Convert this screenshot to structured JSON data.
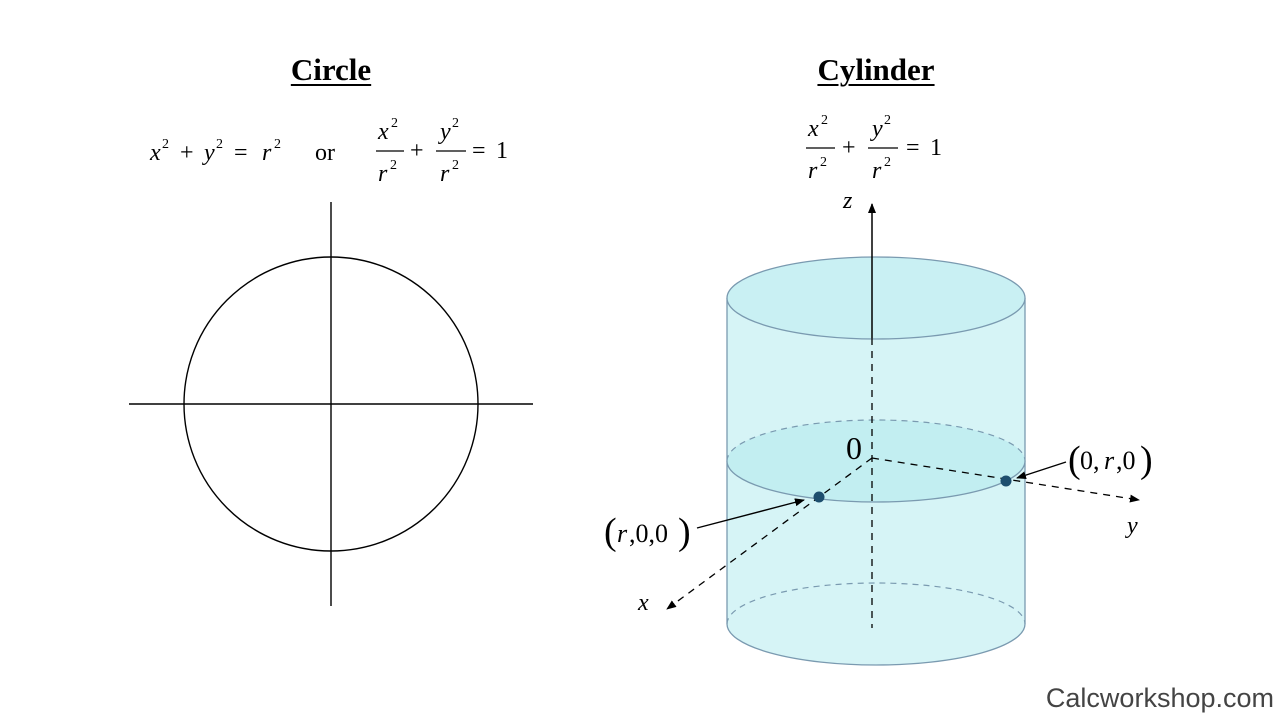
{
  "circle": {
    "title": "Circle",
    "equation": {
      "lhs_x": "x",
      "lhs_y": "y",
      "rhs_r": "r",
      "exponent": "2",
      "plus": "+",
      "equals": "=",
      "connector": "or",
      "frac_x_num": "x",
      "frac_y_num": "y",
      "frac_den": "r",
      "one": "1"
    }
  },
  "cylinder": {
    "title": "Cylinder",
    "equation": {
      "frac_x_num": "x",
      "frac_y_num": "y",
      "frac_den": "r",
      "exponent": "2",
      "plus": "+",
      "equals": "=",
      "one": "1"
    },
    "axes": {
      "x": "x",
      "y": "y",
      "z": "z"
    },
    "origin_label": "0",
    "point_x": {
      "open": "(",
      "parts": [
        "r",
        ",0,0"
      ],
      "close": ")"
    },
    "point_y": {
      "open": "(",
      "parts": [
        "0,",
        "r",
        ",0"
      ],
      "close": ")"
    },
    "colors": {
      "fill": "#d6f4f6",
      "mid_ellipse_fill": "#c2eef1",
      "stroke": "#7a9ab0",
      "point": "#1d4e6e"
    }
  },
  "watermark": "Calcworkshop.com"
}
